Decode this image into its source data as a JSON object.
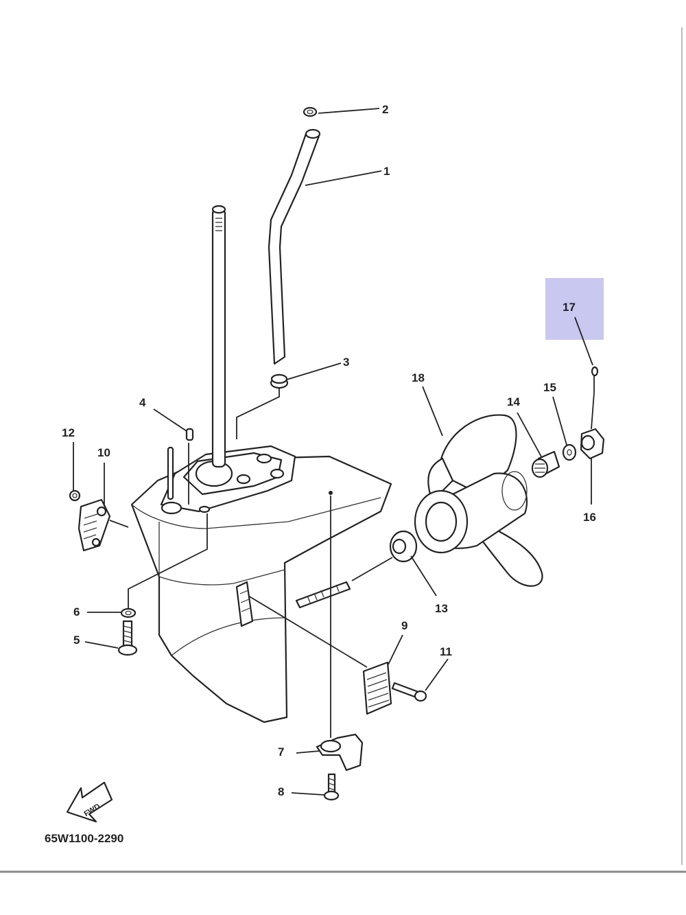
{
  "diagram": {
    "callouts": [
      "1",
      "2",
      "3",
      "4",
      "5",
      "6",
      "7",
      "8",
      "9",
      "10",
      "11",
      "12",
      "13",
      "14",
      "15",
      "16",
      "17",
      "18"
    ],
    "highlight_color": "#c8c8f0",
    "fwd_label": "FWD",
    "drawing_code": "65W1100-2290"
  }
}
